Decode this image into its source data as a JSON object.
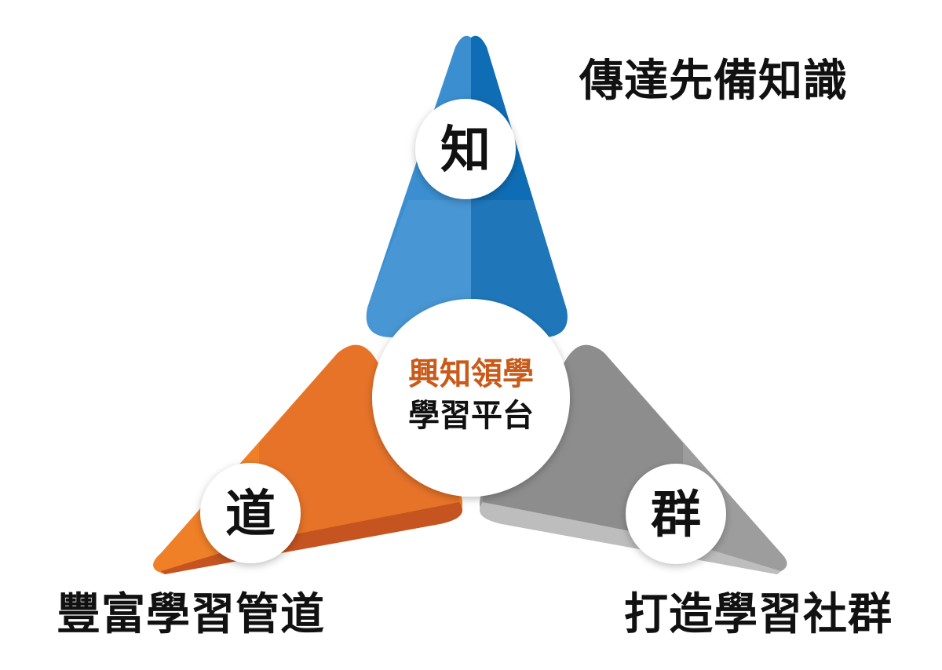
{
  "diagram": {
    "center": {
      "line1": "興知領學",
      "line2": "學習平台",
      "line1_color": "#c85a1a",
      "line2_color": "#111111"
    },
    "nodes": [
      {
        "key": "top",
        "char": "知",
        "caption": "傳達先備知識",
        "color": "#1f78c1"
      },
      {
        "key": "left",
        "char": "道",
        "caption": "豐富學習管道",
        "color": "#e8732a"
      },
      {
        "key": "right",
        "char": "群",
        "caption": "打造學習社群",
        "color": "#8e8e8e"
      }
    ]
  }
}
